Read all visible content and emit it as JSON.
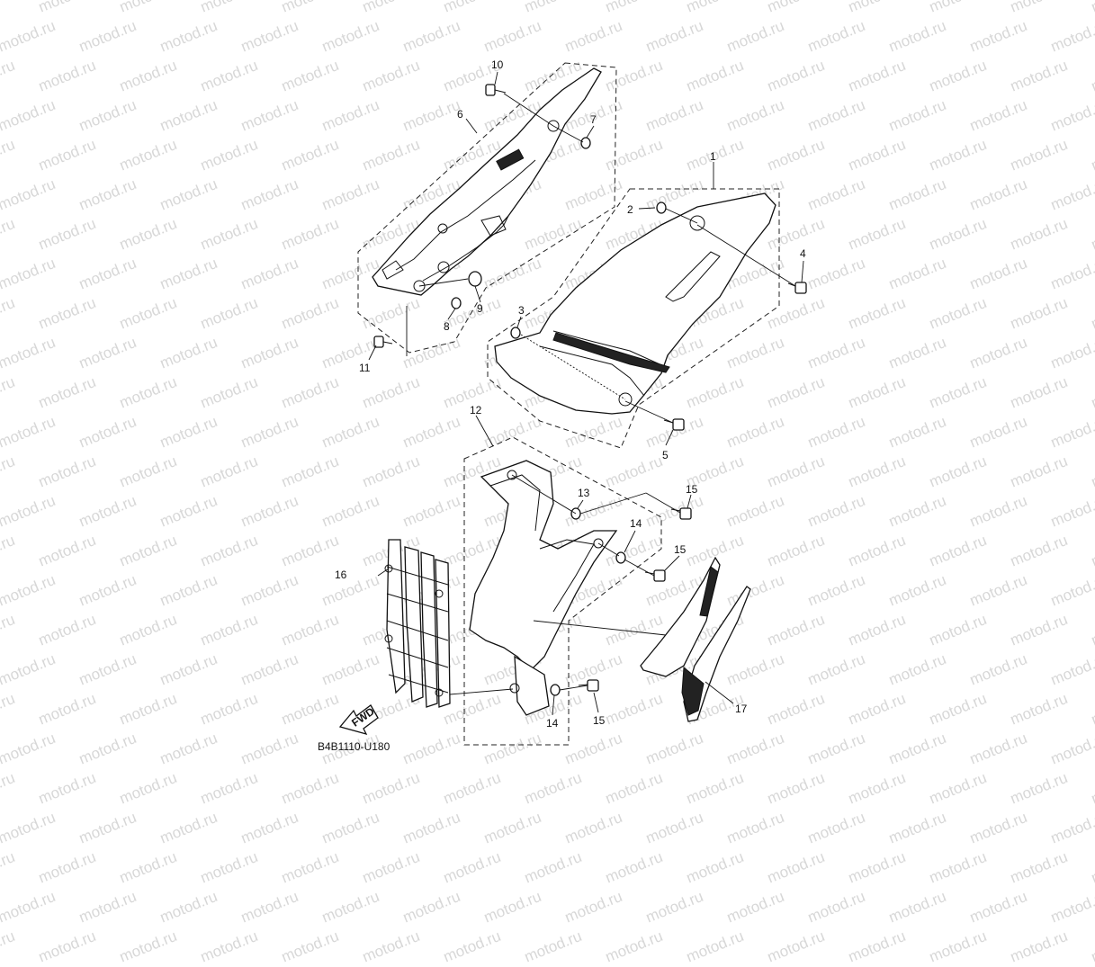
{
  "watermark": "motod.ru",
  "diagram_code": "B4B1110-U180",
  "fwd_label": "FWD",
  "callouts": {
    "c1": "1",
    "c2": "2",
    "c3": "3",
    "c4": "4",
    "c5": "5",
    "c6": "6",
    "c7": "7",
    "c8": "8",
    "c9": "9",
    "c10": "10",
    "c11": "11",
    "c12": "12",
    "c13": "13",
    "c14a": "14",
    "c14b": "14",
    "c15a": "15",
    "c15b": "15",
    "c15c": "15",
    "c16": "16",
    "c17": "17"
  }
}
